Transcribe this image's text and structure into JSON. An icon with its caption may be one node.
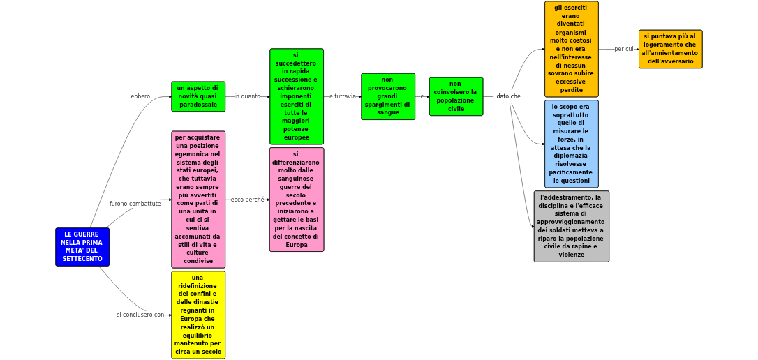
{
  "diagram": {
    "nodes": [
      {
        "text": [
          "LE GUERRE NELLA PRIMA META' DEL SETTECENTO"
        ]
      },
      {
        "text": [
          "un aspetto di novità quasi paradossale"
        ]
      },
      {
        "text": [
          "si succedettero in rapida successione e schierarono imponenti eserciti di tutte le maggiori potenze europee"
        ]
      },
      {
        "text": [
          "non provocarono grandi spargimenti di sangue"
        ]
      },
      {
        "text": [
          "non coinvolsero la popolazione civile"
        ]
      },
      {
        "text": [
          "dato che"
        ]
      },
      {
        "text": [
          "gli eserciti erano diventati organismi molto costosi e non era nell'interesse di nessun sovrano subire eccessive perdite"
        ]
      },
      {
        "text": [
          "si puntava più al logoramento che all'annientamento dell'avversario"
        ]
      },
      {
        "text": [
          "lo scopo era soprattutto quello di misurare le forze, in attesa che la diplomazia risolvesse pacificamente le questioni"
        ]
      },
      {
        "text": [
          "l'addestramento, la disciplina e l'efficace sistema di approvviggionamento dei soldati metteva a riparo la popolazione civile da rapine e violenze"
        ]
      },
      {
        "text": [
          "per acquistare una posizione egemonica nel sistema degli stati europei, che tuttavia erano sempre più avvertiti come parti di una unità in cui ci si sentiva accomunati da stili di vita e culture condivise"
        ]
      },
      {
        "text": [
          "si differenziarono molto dalle sanguinose guerre del secolo precedente e iniziarono a gettare le basi per la nascita del concetto di Europa"
        ]
      },
      {
        "text": [
          "una ridefinizione dei confini e delle dinastie regnanti in Europa che realizzò un equilibrio mantenuto per circa un secolo"
        ]
      }
    ],
    "edges": [
      {
        "from": 0,
        "to": 1,
        "arrow": "to",
        "label": "ebbero"
      },
      {
        "from": 1,
        "to": 2,
        "arrow": "to",
        "label": "in quanto"
      },
      {
        "from": 2,
        "to": 3,
        "arrow": "to",
        "label": "e tuttavia"
      },
      {
        "from": 3,
        "to": 4,
        "arrow": "to",
        "label": "e"
      },
      {
        "from": 4,
        "to": 5,
        "arrow": "none"
      },
      {
        "from": 5,
        "to": 6,
        "arrow": "to"
      },
      {
        "from": 5,
        "to": 8,
        "arrow": "to"
      },
      {
        "from": 5,
        "to": 9,
        "arrow": "to"
      },
      {
        "from": 6,
        "to": 7,
        "arrow": "to",
        "label": "per cui"
      },
      {
        "from": 0,
        "to": 10,
        "arrow": "to",
        "label": "furono combattute"
      },
      {
        "from": 10,
        "to": 11,
        "arrow": "to",
        "label": "ecco perché"
      },
      {
        "from": 0,
        "to": 12,
        "arrow": "to",
        "label": "si conclusero con"
      }
    ]
  }
}
